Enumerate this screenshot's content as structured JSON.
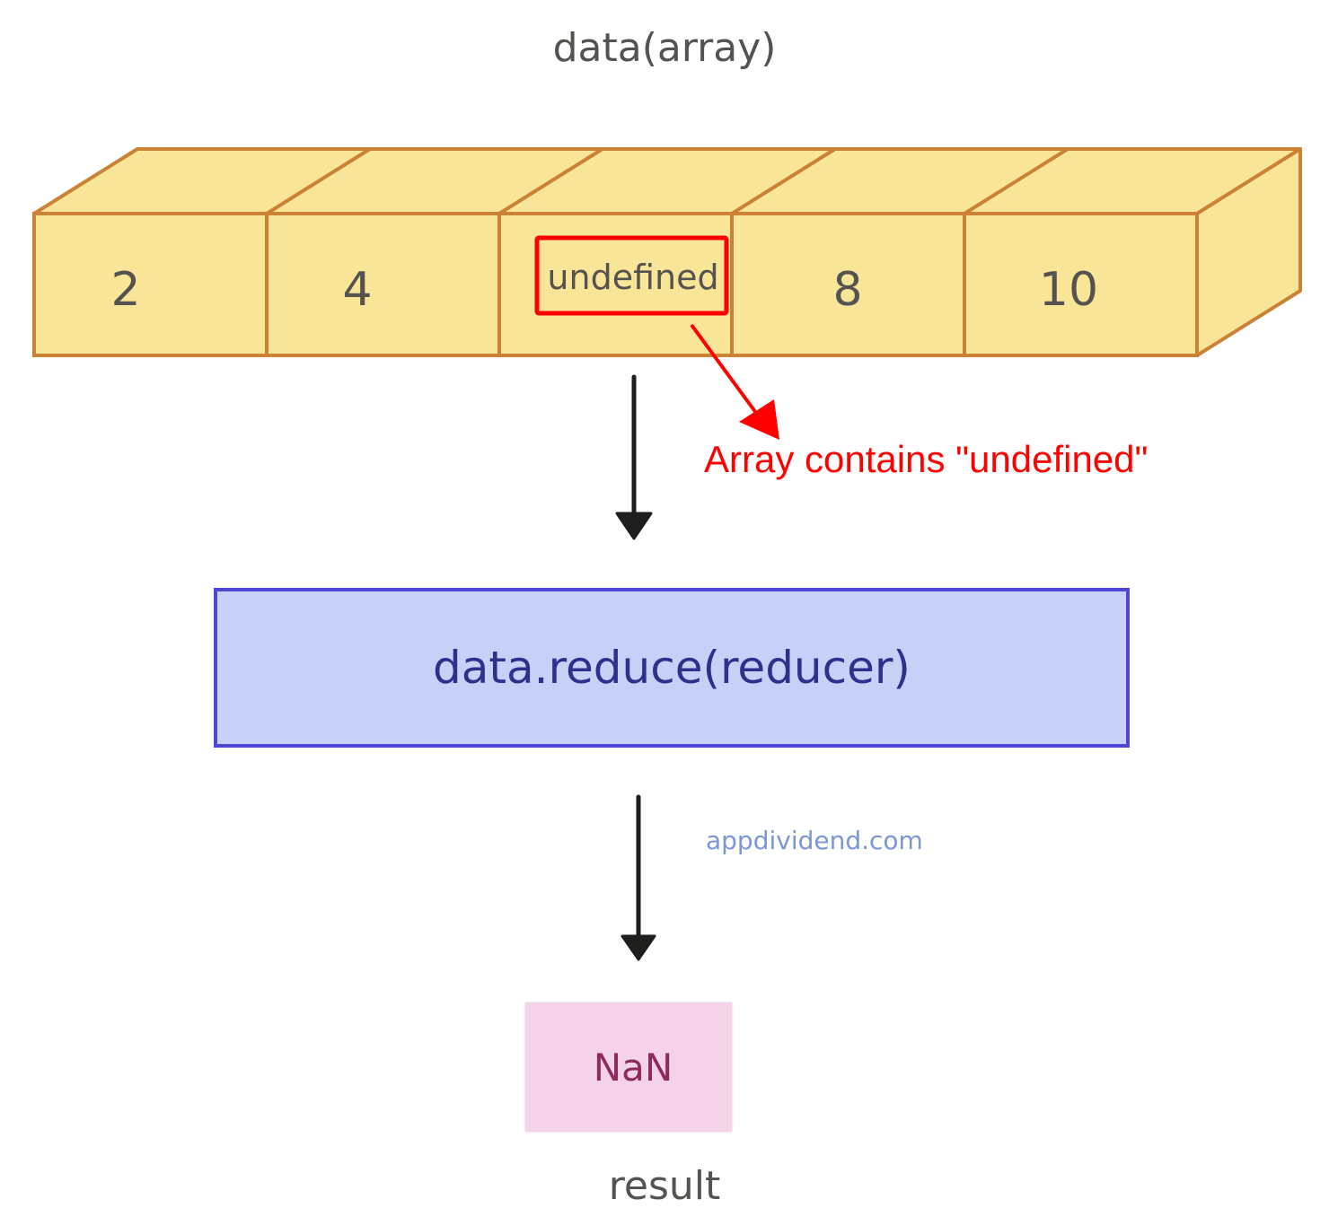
{
  "title": "data(array)",
  "array": {
    "cells": [
      "2",
      "4",
      "undefined",
      "8",
      "10"
    ],
    "highlighted_index": 2,
    "fill_color": "#f9e597",
    "stroke_color": "#cc8235"
  },
  "annotation": {
    "text": "Array contains \"undefined\"",
    "color": "#ff0000"
  },
  "operation": {
    "label": "data.reduce(reducer)",
    "fill_color": "#c8d0f8",
    "border_color": "#4f46d6"
  },
  "watermark": "appdividend.com",
  "result": {
    "value": "NaN",
    "label": "result",
    "fill_color": "#f4d3e9"
  }
}
